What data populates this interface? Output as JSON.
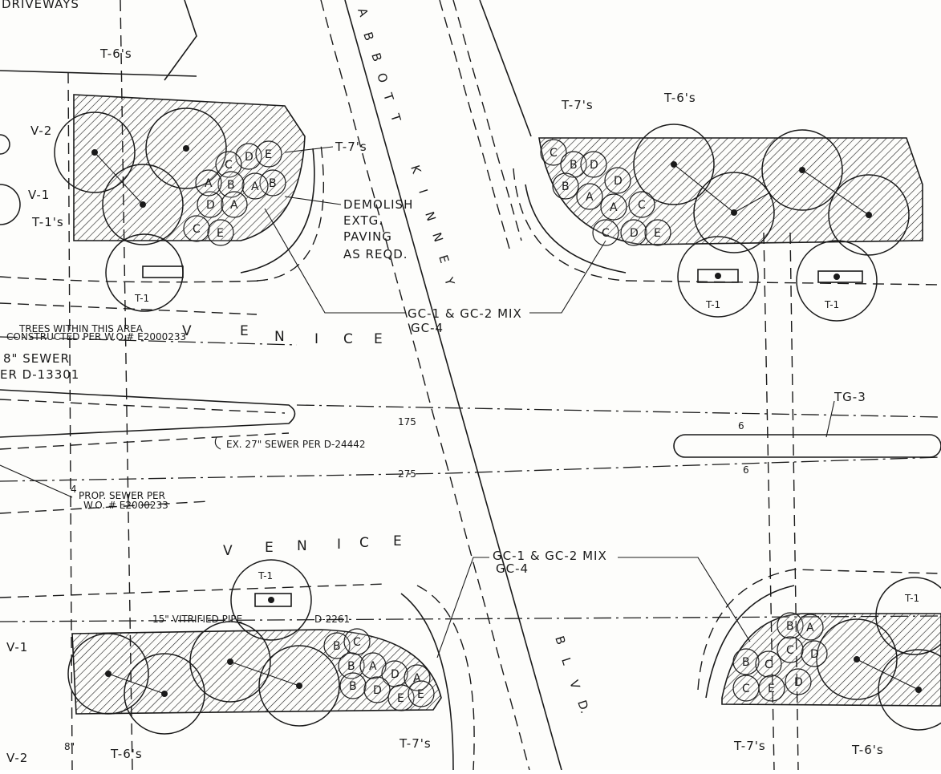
{
  "top_left_label": "DRIVEWAYS",
  "streets": {
    "abbott_kinney_letters": [
      "A",
      "B",
      "B",
      "O",
      "T",
      "T",
      "K",
      "I",
      "N",
      "N",
      "E",
      "Y"
    ],
    "blvd_letters": [
      "B",
      "L",
      "V",
      "D."
    ],
    "venice_upper_letters": [
      "V",
      "E",
      "N",
      "I",
      "C",
      "E"
    ],
    "venice_lower_letters": [
      "V",
      "E",
      "N",
      "I",
      "C",
      "E"
    ]
  },
  "plant_tags": {
    "t1": "T-1",
    "t6s": "T-6's",
    "t7s": "T-7's",
    "t1s": "T-1's",
    "v1": "V-1",
    "v2": "V-2",
    "tg3": "TG-3"
  },
  "notes": {
    "demolish": [
      "DEMOLISH",
      "EXTG.",
      "PAVING",
      "AS REQD."
    ],
    "gc_mix_upper": "GC-1 & GC-2 MIX",
    "gc4_upper": "GC-4",
    "gc_mix_lower": "GC-1 & GC-2 MIX",
    "gc4_lower": "GC-4",
    "trees_within": "TREES WITHIN THIS AREA",
    "constructed_per": "CONSTRUCTED PER W.O.# E2000233",
    "sewer_8": "8\" SEWER",
    "per_d13301": "ER D-13301",
    "ex_sewer": "EX. 27\" SEWER PER D-24442",
    "prop_sewer": "PROP. SEWER PER",
    "prop_sewer_wo": "W.O. # E2000233",
    "vitrified_pipe": "15\" VITRIFIED PIPE",
    "d2261": "D-2261",
    "num_4": "4",
    "num_8": "8\""
  },
  "stations": {
    "s175": "175",
    "s275": "275",
    "s6a": "6",
    "s6b": "6"
  },
  "shrub_letters": {
    "nw": [
      "D",
      "E",
      "C",
      "B",
      "A",
      "B",
      "D",
      "A",
      "C",
      "E",
      "A"
    ],
    "ne": [
      "C",
      "B",
      "D",
      "D",
      "B",
      "A",
      "A",
      "C",
      "D",
      "E",
      "C"
    ],
    "sw": [
      "B",
      "C",
      "B",
      "A",
      "D",
      "A",
      "B",
      "D",
      "E",
      "E"
    ],
    "se": [
      "B",
      "C",
      "B",
      "A",
      "D",
      "C",
      "C",
      "E",
      "D"
    ]
  }
}
